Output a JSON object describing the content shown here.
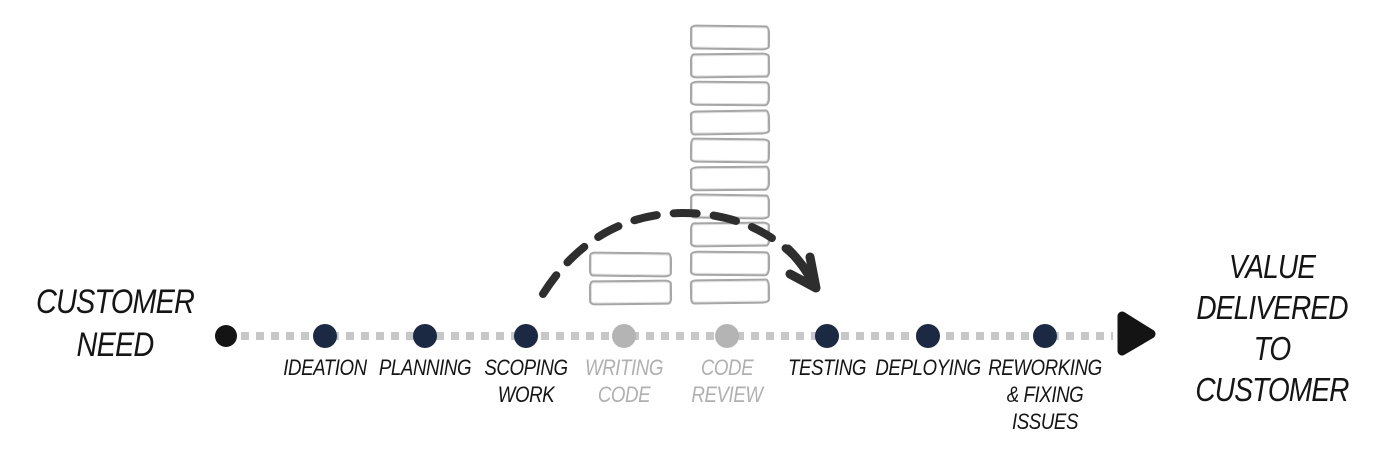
{
  "diagram_title": "software delivery pipeline with code review queue",
  "endpoints": {
    "start": {
      "label_lines": [
        "CUSTOMER",
        "NEED"
      ]
    },
    "end": {
      "label_lines": [
        "VALUE",
        "DELIVERED",
        "TO",
        "CUSTOMER"
      ]
    }
  },
  "timeline": {
    "stages": [
      {
        "id": "ideation",
        "label_lines": [
          "IDEATION"
        ],
        "state": "active"
      },
      {
        "id": "planning",
        "label_lines": [
          "PLANNING"
        ],
        "state": "active"
      },
      {
        "id": "scoping-work",
        "label_lines": [
          "SCOPING",
          "WORK"
        ],
        "state": "active"
      },
      {
        "id": "writing-code",
        "label_lines": [
          "WRITING",
          "CODE"
        ],
        "state": "inactive"
      },
      {
        "id": "code-review",
        "label_lines": [
          "CODE",
          "REVIEW"
        ],
        "state": "inactive"
      },
      {
        "id": "testing",
        "label_lines": [
          "TESTING"
        ],
        "state": "active"
      },
      {
        "id": "deploying",
        "label_lines": [
          "DEPLOYING"
        ],
        "state": "active"
      },
      {
        "id": "reworking",
        "label_lines": [
          "REWORKING",
          "& FIXING",
          "ISSUES"
        ],
        "state": "active"
      }
    ]
  },
  "backlog": {
    "tall_stack_count": 10,
    "short_stack_count": 2
  },
  "icons": {
    "start_marker": "filled-circle",
    "end_marker": "triangle-right-arrowhead",
    "skip_arrow": "dashed-curved-arrow",
    "backlog_item": "hand-drawn-rectangle"
  },
  "colors": {
    "ink": "#151515",
    "stage_active": "#1b2a42",
    "stage_inactive_dot": "#b4b4b4",
    "stage_inactive_text": "#b0b0b0",
    "dotted_line": "#c7c7c7",
    "arrow": "#2e2e2e",
    "box_border": "#a6a6a6",
    "marker": "#141414"
  }
}
